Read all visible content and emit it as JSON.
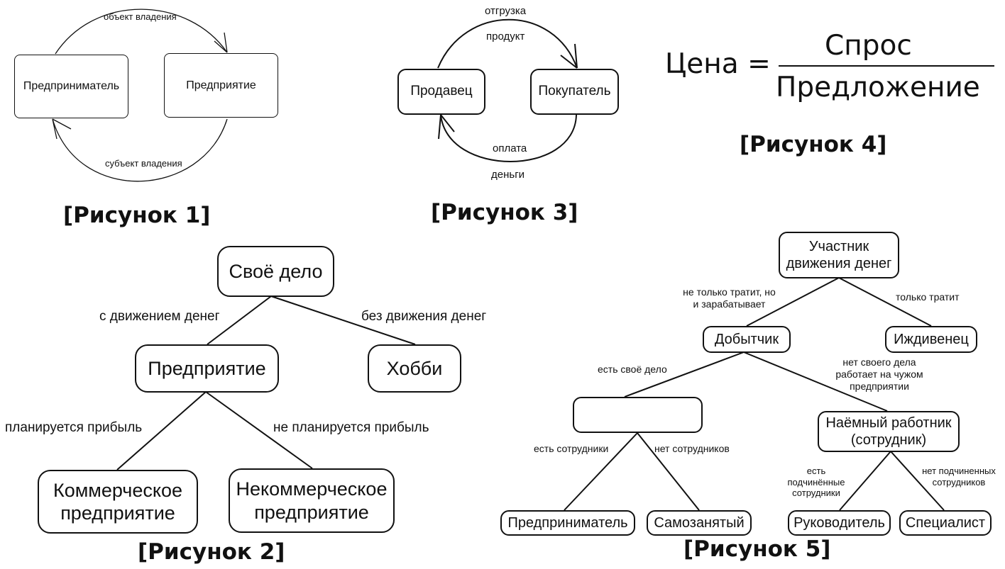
{
  "fig1": {
    "caption": "[Рисунок 1]",
    "node_entrepreneur": "Предприниматель",
    "node_enterprise": "Предприятие",
    "edge_top": "объект владения",
    "edge_bottom": "субъект владения"
  },
  "fig2": {
    "caption": "[Рисунок 2]",
    "root": "Своё дело",
    "left_edge": "с движением денег",
    "right_edge": "без движения денег",
    "enterprise": "Предприятие",
    "hobby": "Хобби",
    "profit_edge": "планируется прибыль",
    "no_profit_edge": "не планируется прибыль",
    "commercial": "Коммерческое предприятие",
    "noncommercial": "Некоммерческое предприятие"
  },
  "fig3": {
    "caption": "[Рисунок 3]",
    "seller": "Продавец",
    "buyer": "Покупатель",
    "top_edge_1": "отгрузка",
    "top_edge_2": "продукт",
    "bottom_edge_1": "оплата",
    "bottom_edge_2": "деньги"
  },
  "fig4": {
    "caption": "[Рисунок 4]",
    "lhs": "Цена =",
    "numerator": "Спрос",
    "denominator": "Предложение"
  },
  "fig5": {
    "caption": "[Рисунок 5]",
    "root": "Участник движения денег",
    "edge_earns": "не только тратит, но и зарабатывает",
    "edge_spends": "только тратит",
    "earner": "Добытчик",
    "dependent": "Иждивенец",
    "edge_own_business": "есть своё дело",
    "edge_employed": "нет своего дела работает на чужом предприятии",
    "blank": "",
    "employee": "Наёмный работник (сотрудник)",
    "edge_has_staff": "есть сотрудники",
    "edge_no_staff": "нет сотрудников",
    "edge_has_subordinates": "есть подчинённые сотрудники",
    "edge_no_subordinates": "нет подчиненных сотрудников",
    "entrepreneur": "Предприниматель",
    "self_employed": "Самозанятый",
    "manager": "Руководитель",
    "specialist": "Специалист"
  }
}
